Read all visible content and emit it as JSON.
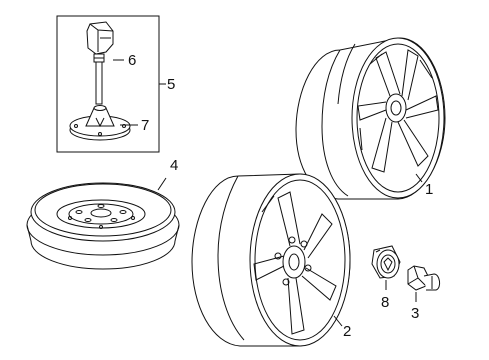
{
  "callouts": {
    "c1": "1",
    "c2": "2",
    "c3": "3",
    "c4": "4",
    "c5": "5",
    "c6": "6",
    "c7": "7",
    "c8": "8"
  },
  "parts": {
    "p1": "alloy-wheel-rear",
    "p2": "alloy-wheel-front",
    "p3": "lug-nut",
    "p4": "spare-wheel",
    "p5": "jack-kit-box",
    "p6": "jack-handle-bolt",
    "p7": "spare-wheel-retainer",
    "p8": "center-cap"
  }
}
